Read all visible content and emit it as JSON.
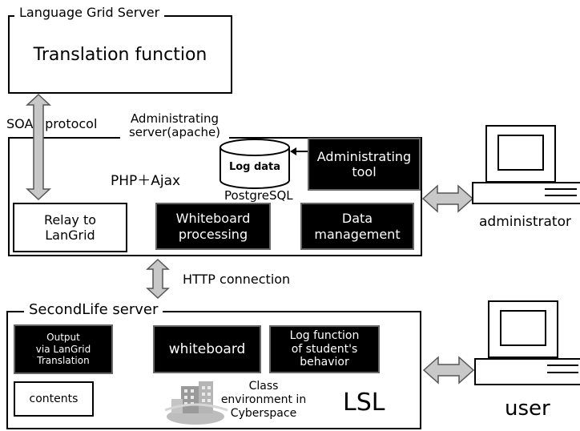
{
  "language_grid_server": {
    "label": "Language Grid Server",
    "function": "Translation function"
  },
  "soap_label": "SOAP protocol",
  "administrating_server": {
    "label": "Administrating\nserver(apache)",
    "php_label": "PHP＋Ajax",
    "log_db": {
      "label": "Log data",
      "caption": "PostgreSQL"
    },
    "admin_tool": "Administrating\ntool",
    "relay": "Relay to\nLanGrid",
    "whiteboard_processing": "Whiteboard\nprocessing",
    "data_management": "Data\nmanagement"
  },
  "http_label": "HTTP connection",
  "secondlife_server": {
    "label": "SecondLife server",
    "output": "Output\nvia LanGrid\nTranslation",
    "whiteboard": "whiteboard",
    "log_function": "Log function\nof student's\nbehavior",
    "contents": "contents",
    "class_env": "Class\nenvironment in\nCyberspace",
    "lsl": "LSL"
  },
  "administrator_label": "administrator",
  "user_label": "user",
  "colors": {
    "dark_box": "#000000",
    "arrow_fill": "#c8c8c8",
    "arrow_stroke": "#555555"
  }
}
